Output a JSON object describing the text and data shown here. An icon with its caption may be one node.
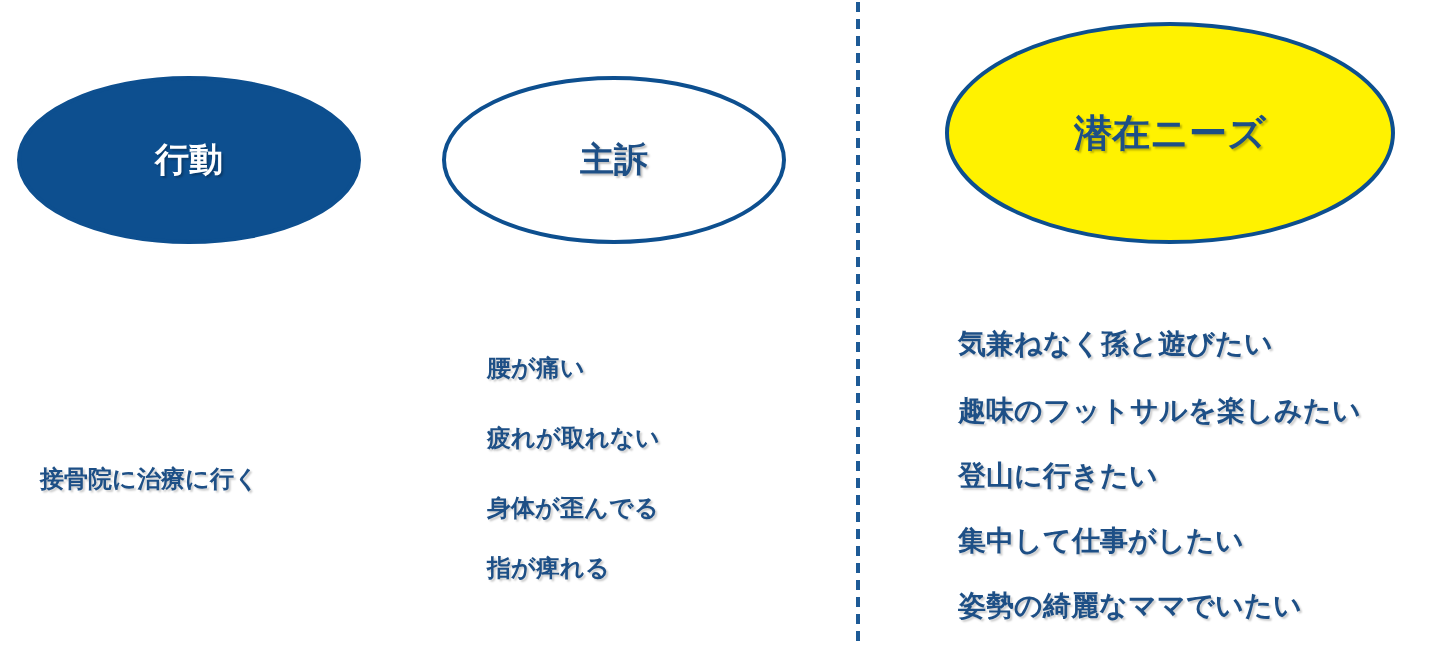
{
  "diagram": {
    "nodes": [
      {
        "text": [
          "行動"
        ]
      },
      {
        "text": [
          "主訴"
        ]
      },
      {
        "text": [
          "潜在ニーズ"
        ]
      }
    ],
    "edges": [],
    "labels": [
      "接骨院に治療に行く",
      "腰が痛い",
      "疲れが取れない",
      "身体が歪んでる",
      "指が痺れる",
      "気兼ねなく孫と遊びたい",
      "趣味のフットサルを楽しみたい",
      "登山に行きたい",
      "集中して仕事がしたい",
      "姿勢の綺麗なママでいたい"
    ]
  }
}
